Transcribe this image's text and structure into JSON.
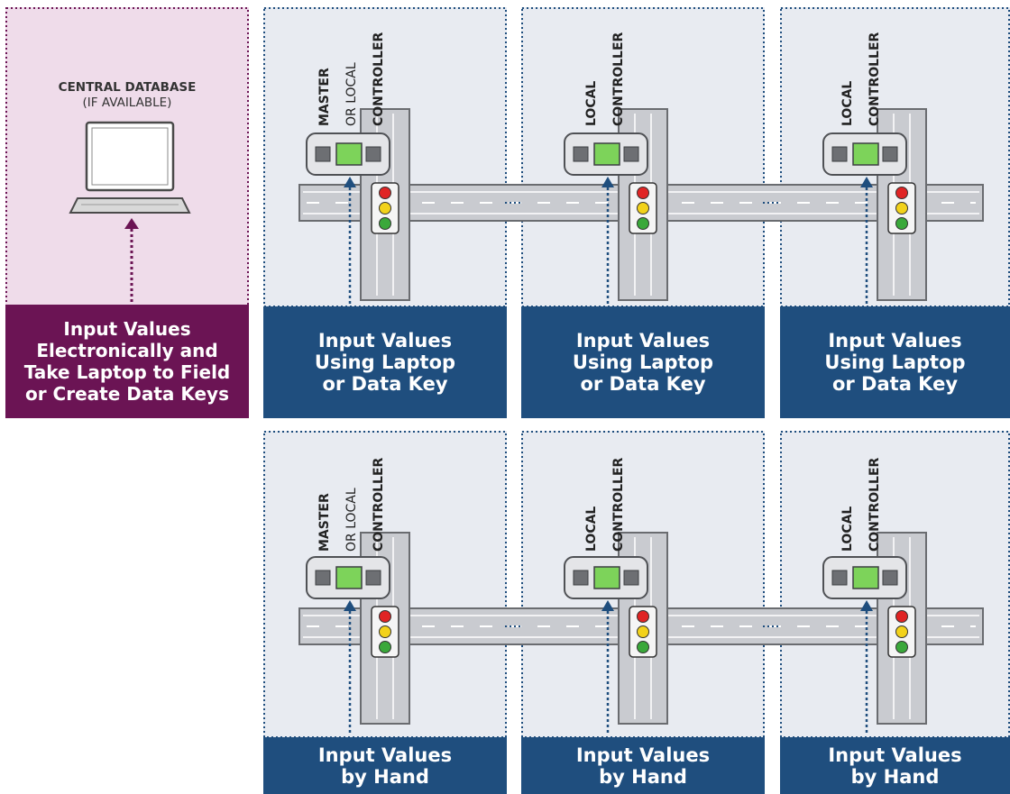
{
  "database_panel": {
    "title": "CENTRAL DATABASE",
    "subtitle": "(IF AVAILABLE)",
    "caption": "Input Values\nElectronically and\nTake Laptop to Field\nor Create Data Keys",
    "icon": "laptop-icon",
    "accent_color": "#6b1454"
  },
  "rows": [
    {
      "panels": [
        {
          "controller_label_line1": "MASTER",
          "controller_label_line2": "OR LOCAL",
          "controller_label_line3": "CONTROLLER",
          "caption": "Input Values\nUsing Laptop\nor Data Key"
        },
        {
          "controller_label_line1": "",
          "controller_label_line2": "LOCAL",
          "controller_label_line3": "CONTROLLER",
          "caption": "Input Values\nUsing Laptop\nor Data Key"
        },
        {
          "controller_label_line1": "",
          "controller_label_line2": "LOCAL",
          "controller_label_line3": "CONTROLLER",
          "caption": "Input Values\nUsing Laptop\nor Data Key"
        }
      ]
    },
    {
      "panels": [
        {
          "controller_label_line1": "MASTER",
          "controller_label_line2": "OR LOCAL",
          "controller_label_line3": "CONTROLLER",
          "caption": "Input Values\nby Hand"
        },
        {
          "controller_label_line1": "",
          "controller_label_line2": "LOCAL",
          "controller_label_line3": "CONTROLLER",
          "caption": "Input Values\nby Hand"
        },
        {
          "controller_label_line1": "",
          "controller_label_line2": "LOCAL",
          "controller_label_line3": "CONTROLLER",
          "caption": "Input Values\nby Hand"
        }
      ]
    }
  ],
  "colors": {
    "caption_blue": "#1f4e7e",
    "caption_purple": "#6b1454",
    "panel_blue": "#e8ebf1",
    "panel_purple": "#efdcea",
    "signal_red": "#e02424",
    "signal_yellow": "#f2d21b",
    "signal_green": "#3aa83a",
    "controller_screen": "#7dd35a"
  },
  "icons": [
    "laptop-icon",
    "traffic-signal-icon",
    "controller-cabinet-icon",
    "arrow-up-icon"
  ]
}
